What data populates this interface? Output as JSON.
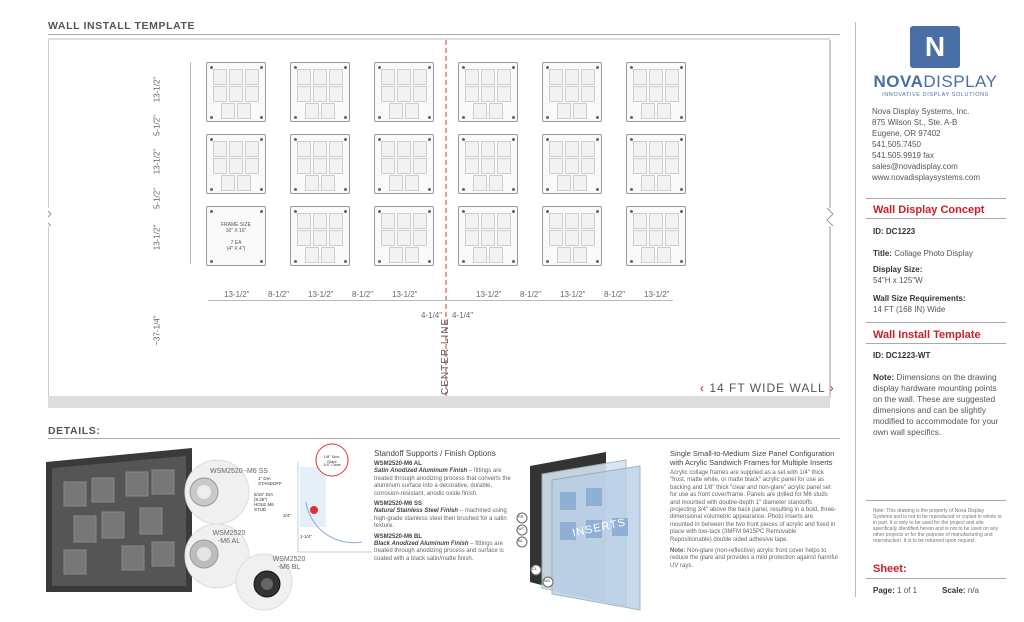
{
  "header": {
    "title": "WALL INSTALL TEMPLATE",
    "details": "DETAILS:"
  },
  "drawing": {
    "frame_label_size": "FRAME SIZE\n16\" X 16\"",
    "frame_label_qty": "7 EA\n(4\" X 4\")",
    "horizontal_dims": [
      "13-1/2\"",
      "8-1/2\"",
      "13-1/2\"",
      "8-1/2\"",
      "13-1/2\"",
      "13-1/2\"",
      "8-1/2\"",
      "13-1/2\"",
      "8-1/2\"",
      "13-1/2\""
    ],
    "center_dims": [
      "4-1/4\"",
      "4-1/4\""
    ],
    "vertical_dims": [
      "13-1/2\"",
      "5-1/2\"",
      "13-1/2\"",
      "5-1/2\"",
      "13-1/2\"",
      "~37-1/4\""
    ],
    "center_line": "CENTER LINE",
    "wall_width": "14 FT WIDE WALL"
  },
  "details": {
    "standoff_tags": [
      "WSM2520 -M6 SS",
      "WSM2520 -M6 AL",
      "WSM2520 -M6 BL"
    ],
    "diagram_labels": [
      "1\" DIA STANDOFF",
      "5/16\" DIA (8.25\") HOLE M6 STUD",
      "3/4\"",
      "1-1/4\"",
      "1/8\" Non-Glare",
      "1/4\" Clear"
    ],
    "supports_title": "Standoff Supports / Finish Options",
    "finishes": [
      {
        "code": "WSM2520-M6 AL",
        "name": "Satin Anodized Aluminum Finish",
        "desc": " – fittings are treated through anodizing process that converts the aluminum surface into a decorative, durable, corrosion-resistant, anodic oxide finish."
      },
      {
        "code": "WSM2520-M6 SS",
        "name": "Natural Stainless Steel Finish",
        "desc": " – machined using high-grade stainless steel then brushed for a satin texture."
      },
      {
        "code": "WSM2520-M6 BL",
        "name": "Black Anodized Aluminum Finish",
        "desc": " – fittings are treated through anodizing process and surface is coated with a black satin/matte finish."
      }
    ],
    "panel_title": "Single Small-to-Medium Size Panel Configuration with Acrylic Sandwich Frames for Multiple Inserts",
    "panel_text": "Acrylic collage frames are supplied as a set with 1/4\" thick \"frost, matte white, or matte black\" acrylic panel for use as backing and 1/8\" thick \"clear and non-glare\" acrylic panel set for use as front cover/frame. Panels are drilled for M6 studs and mounted with double-depth 1\" diameter standoffs projecting 3/4\" above the back panel, resulting in a bold, three-dimensional volumetric appearance. Photo inserts are mounted in between the two front pieces of acrylic and fixed in place with low-tack (3MFM 9415PC Removable Repositionable) double sided adhesive tape.",
    "panel_note_label": "Note:",
    "panel_note": " Non-glare (non-reflective) acrylic front cover helps to reduce the glare and provides a mild protection against harmful UV rays.",
    "inserts": "INSERTS",
    "layer_tags": [
      "FR",
      "WT",
      "BL",
      "CL",
      "NG"
    ]
  },
  "sidebar": {
    "logo_main": "NOVA",
    "logo_second": "DISPLAY",
    "logo_sub": "INNOVATIVE DISPLAY SOLUTIONS",
    "address": [
      "Nova Display Systems, Inc.",
      "875 Wilson St., Ste. A-B",
      "Eugene, OR 97402",
      "541.505.7450",
      "541.505.9919 fax",
      "sales@novadisplay.com",
      "www.novadisplaysystems.com"
    ],
    "concept_title": "Wall Display Concept",
    "id_label": "ID:",
    "id_value": "DC1223",
    "title_label": "Title:",
    "title_value": "Collage Photo Display",
    "size_label": "Display Size:",
    "size_value": "54\"H x 125\"W",
    "wall_label": "Wall Size Requirements:",
    "wall_value": "14 FT (168 IN) Wide",
    "template_title": "Wall Install Template",
    "tid_label": "ID:",
    "tid_value": "DC1223-WT",
    "note_label": "Note:",
    "note_text": "Dimensions on the drawing display hardware mounting points on the wall. These are suggested dimensions and can be slightly modified to accommodate for your own wall specifics.",
    "legal": "Note: This drawing is the property of Nova Display Systems and is not to be reproduced or copied in whole or in part. It is only to be used for the project and site specifically identified herein and is not to be used on any other projects or for the purpose of manufacturing and reproduction. It is to be returned upon request.",
    "sheet_title": "Sheet:",
    "page_label": "Page:",
    "page_value": "1 of 1",
    "scale_label": "Scale:",
    "scale_value": "n/a"
  },
  "colors": {
    "accent": "#c8202c",
    "logo": "#4a6fa5",
    "grid": "#999999"
  }
}
